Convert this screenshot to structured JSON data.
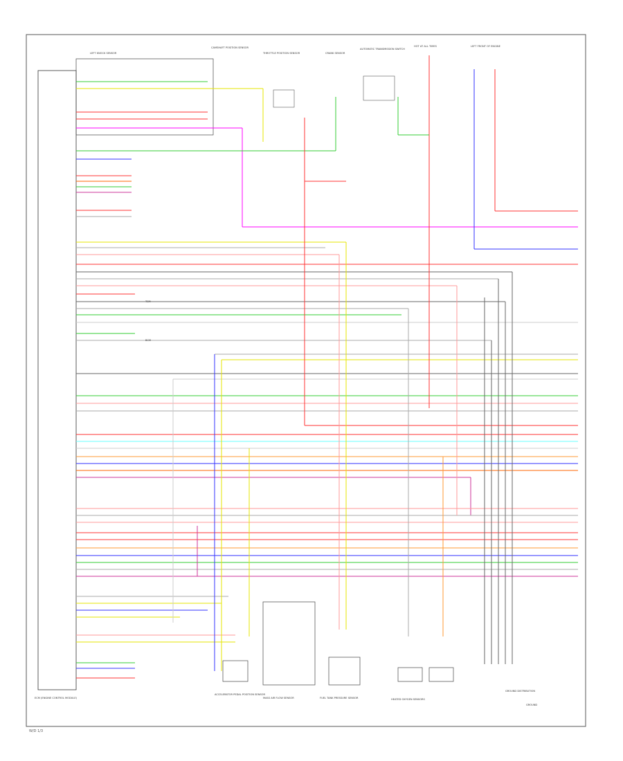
{
  "diagram": {
    "footer_code": "W/D 1/3",
    "ecm_title": "ECM (ENGINE CONTROL MODULE)",
    "tcm_label": "TCM",
    "label_bcm": "BCM",
    "label_gnd": "GROUND",
    "label_top_left_sensor": "LEFT KNOCK SENSOR",
    "label_top_c1": "CAMSHAFT POSITION SENSOR",
    "label_top_c2": "THROTTLE POSITION SENSOR",
    "label_top_c3": "CRANK SENSOR",
    "label_top_c4": "AUTOMATIC TRANSMISSION SWITCH",
    "label_top_c5": "HOT AT ALL TIMES",
    "label_top_c6": "LEFT FRONT OF ENGINE",
    "label_bottom_b1": "ACCELERATOR PEDAL POSITION SENSOR",
    "label_bottom_b2": "MASS AIR FLOW SENSOR",
    "label_bottom_b3": "FUEL TANK PRESSURE SENSOR",
    "label_bottom_b4": "HEATED OXYGEN SENSORS",
    "label_bottom_b5": "GROUND DISTRIBUTION"
  }
}
